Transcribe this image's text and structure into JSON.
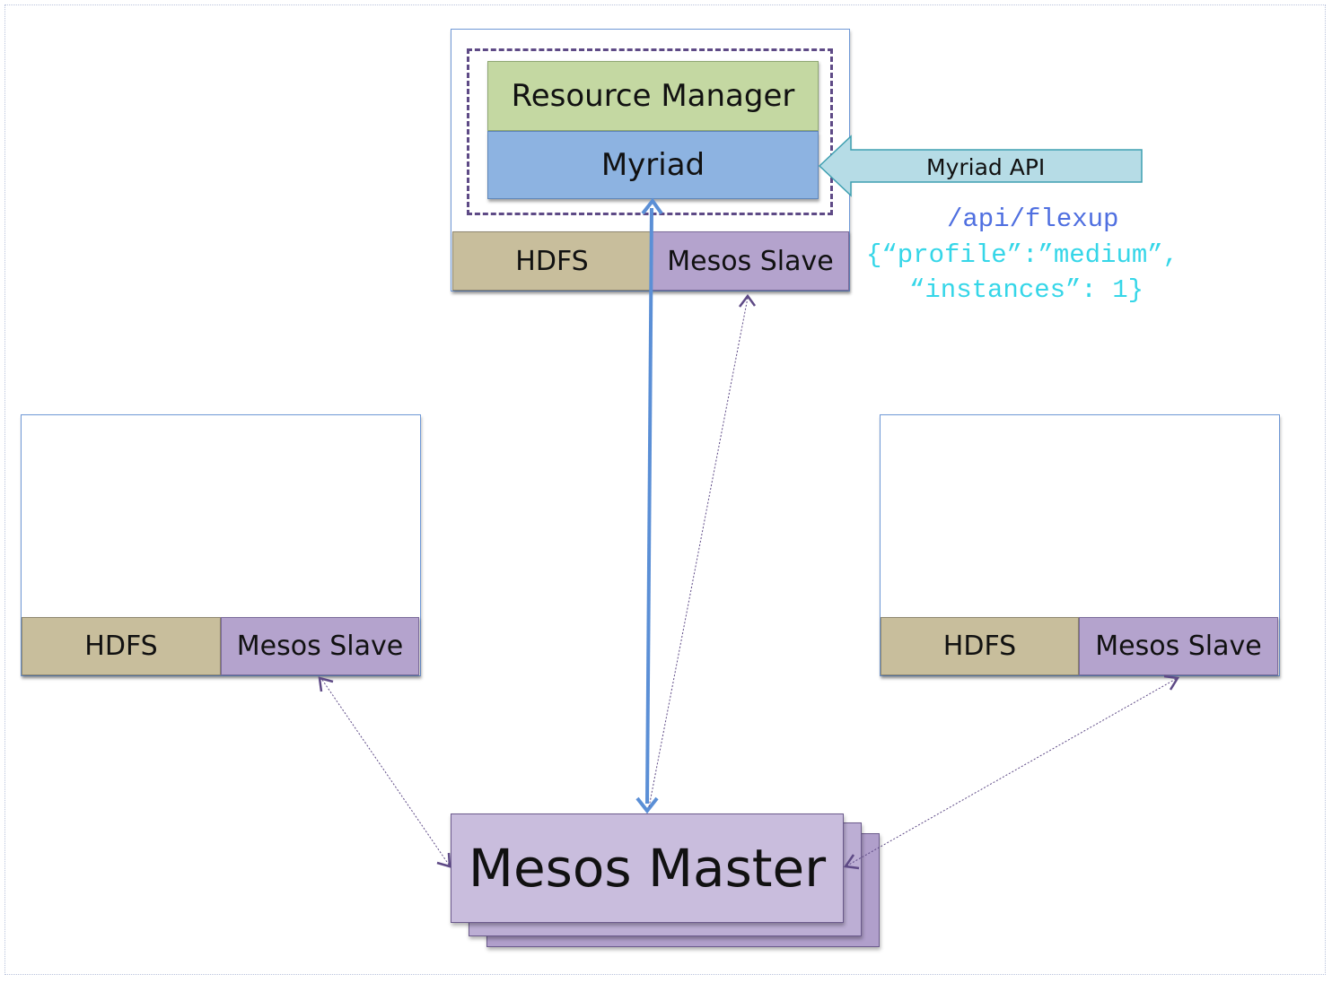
{
  "top_node": {
    "resource_manager": "Resource Manager",
    "myriad": "Myriad",
    "hdfs": "HDFS",
    "mesos_slave": "Mesos Slave"
  },
  "left_node": {
    "hdfs": "HDFS",
    "mesos_slave": "Mesos Slave"
  },
  "right_node": {
    "hdfs": "HDFS",
    "mesos_slave": "Mesos Slave"
  },
  "master": {
    "label": "Mesos Master"
  },
  "api": {
    "label": "Myriad API",
    "endpoint": "/api/flexup",
    "body_line1": "{“profile”:”medium”,",
    "body_line2": "“instances”: 1}"
  },
  "colors": {
    "node_border": "#6f98d6",
    "hdfs": "#c8be9c",
    "mesos_slave": "#b4a3cd",
    "resource_manager": "#c4d8a2",
    "myriad": "#8db3e1",
    "mesos_master": "#c9bddd",
    "api_arrow": "#b6dce6",
    "endpoint_text": "#4f6fe0",
    "json_text": "#35d6e8",
    "primary_link": "#5b8fd6",
    "secondary_link": "#5e4a86"
  }
}
